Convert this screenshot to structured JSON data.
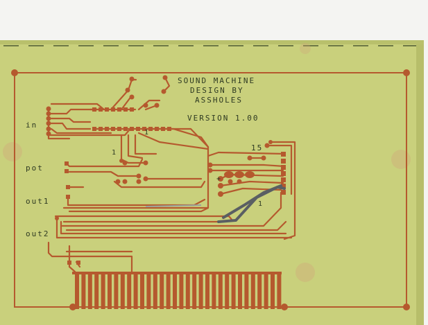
{
  "colors": {
    "board": "#c9d07c",
    "board_edge": "#b7be6a",
    "copper": "#b5592e",
    "copper_dark": "#8f3f1e",
    "silk": "#2e3a22",
    "background": "#f4f4f2",
    "solder": "#5a5f63"
  },
  "silkscreen": {
    "title_line1": "SOUND MACHINE",
    "title_line2": "DESIGN BY",
    "title_line3": "ASSHOLES",
    "version": "VERSION 1.00",
    "label_in": "in",
    "label_pot": "pot",
    "label_out1": "out1",
    "label_out2": "out2",
    "pin_15": "15",
    "pin_1a": "1",
    "pin_1b": "1",
    "pin_1c": "1",
    "plus_mark": "+"
  }
}
